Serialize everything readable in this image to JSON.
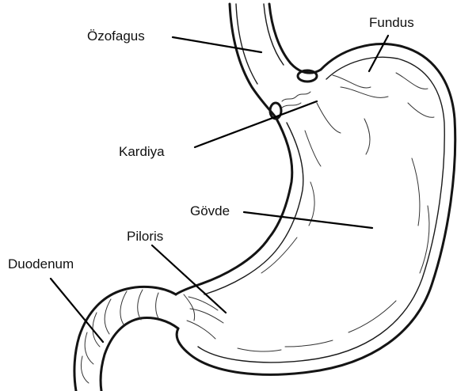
{
  "labels": {
    "ozofagus": "Özofagus",
    "fundus": "Fundus",
    "kardiya": "Kardiya",
    "govde": "Gövde",
    "piloris": "Piloris",
    "duodenum": "Duodenum"
  },
  "colors": {
    "ink": "#141414",
    "background": "#ffffff"
  }
}
